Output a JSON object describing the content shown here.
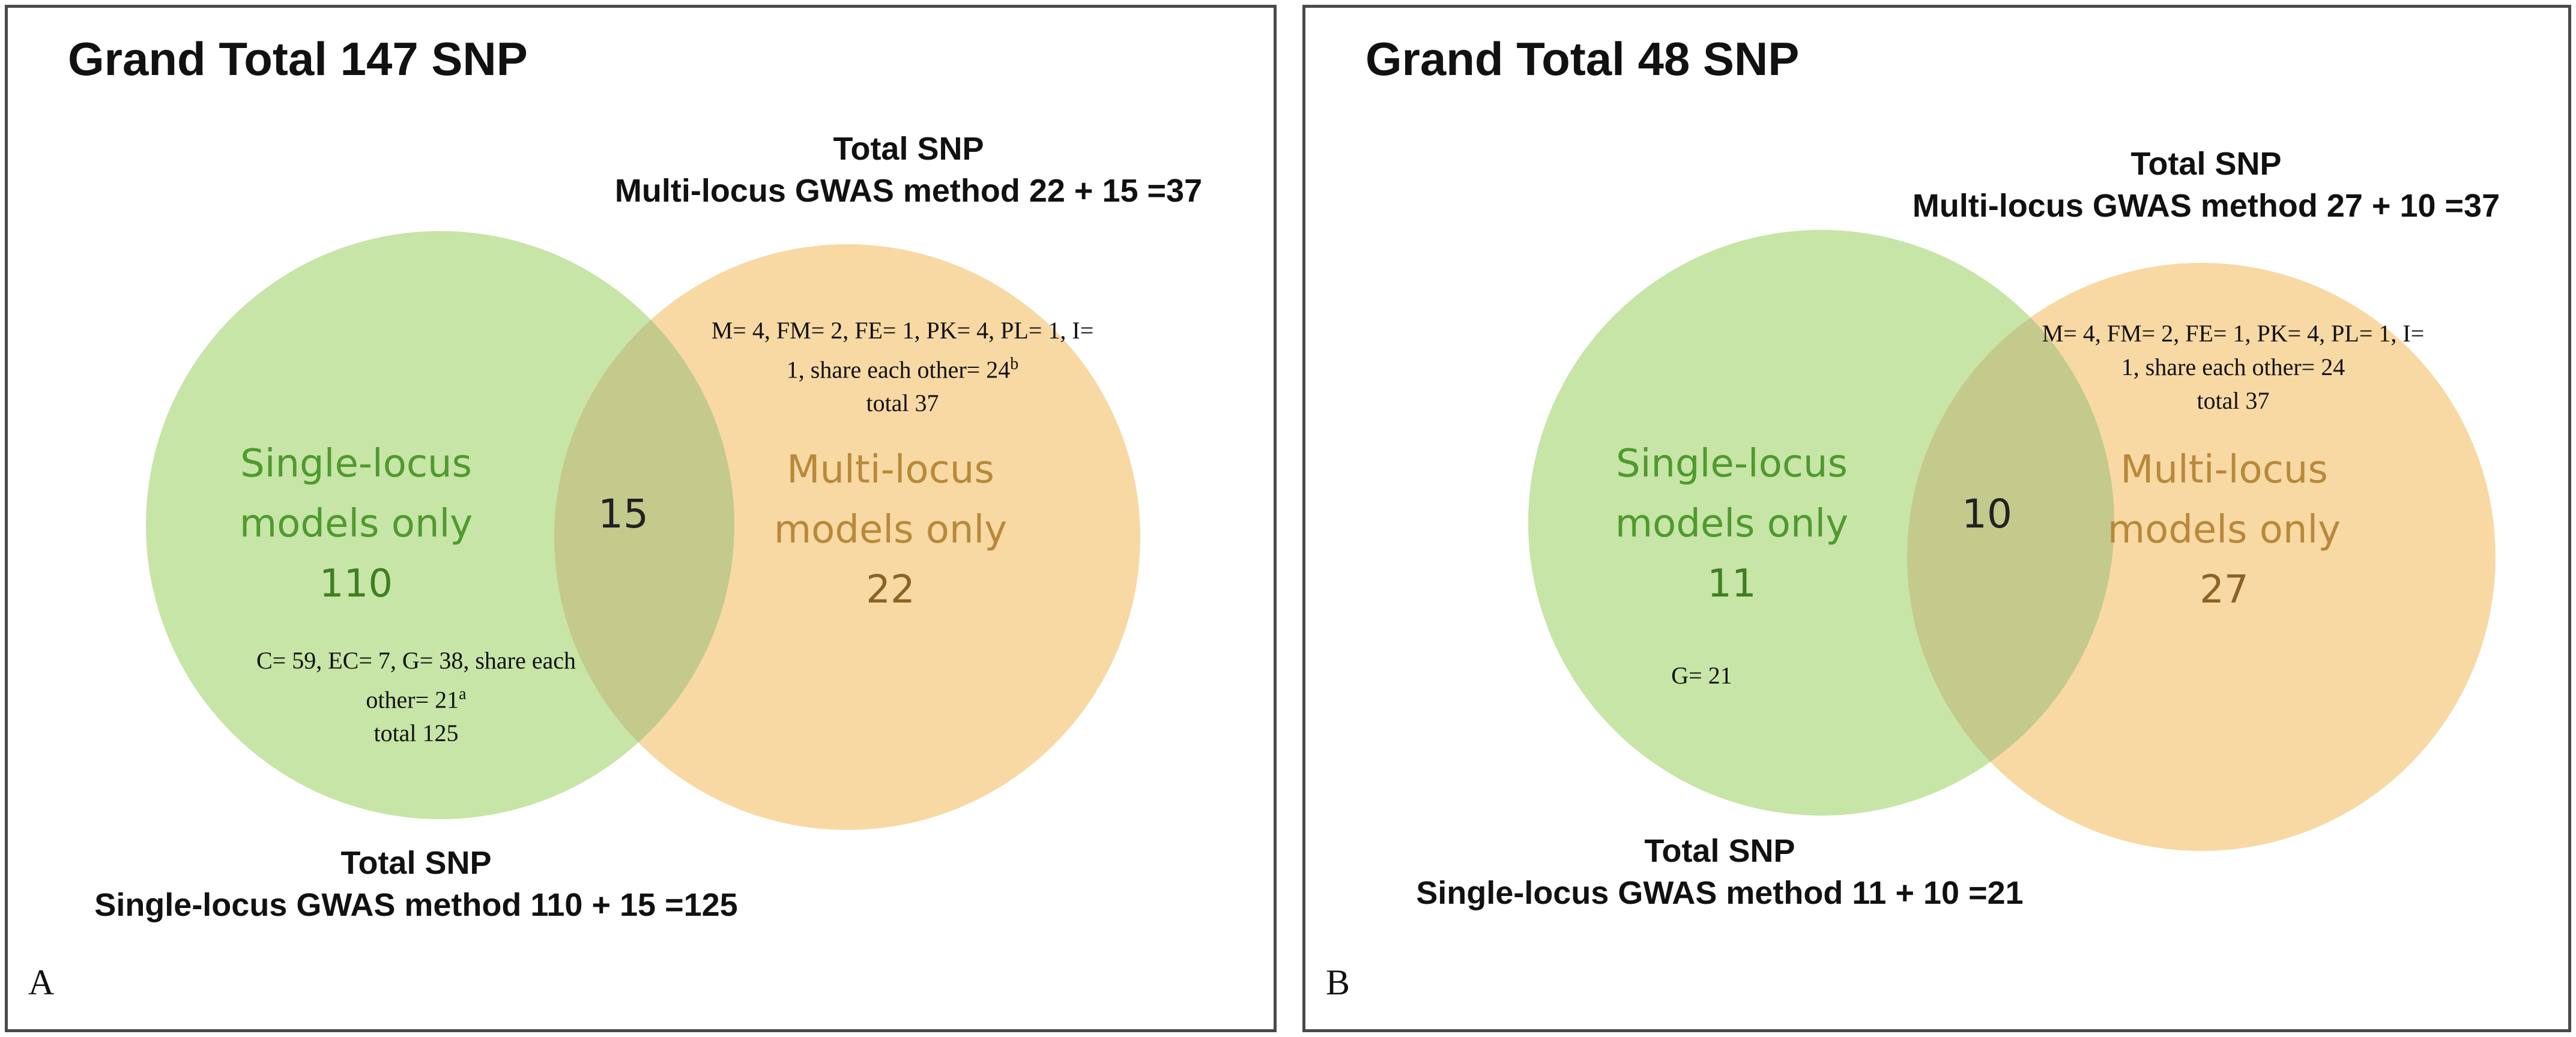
{
  "panel_a": {
    "letter": "A",
    "grand_total": "Grand Total 147 SNP",
    "multi_total": {
      "line1": "Total SNP",
      "line2": "Multi-locus GWAS method 22 + 15 =37"
    },
    "single_total": {
      "line1": "Total SNP",
      "line2": "Single-locus GWAS method 110 + 15 =125"
    },
    "single_circle": {
      "line1": "Single-locus",
      "line2": "models only",
      "count": "110"
    },
    "multi_circle": {
      "line1": "Multi-locus",
      "line2": "models only",
      "count": "22"
    },
    "overlap": "15",
    "multi_note": {
      "line1": "M= 4, FM= 2, FE= 1, PK= 4, PL= 1, I=",
      "line2": "1, share each other= 24",
      "sup": "b",
      "line3": "total 37"
    },
    "single_note": {
      "line1": "C= 59, EC= 7, G= 38, share each",
      "line2": "other= 21",
      "sup": "a",
      "line3": "total 125"
    }
  },
  "panel_b": {
    "letter": "B",
    "grand_total": "Grand Total 48 SNP",
    "multi_total": {
      "line1": "Total SNP",
      "line2": "Multi-locus GWAS method 27 + 10 =37"
    },
    "single_total": {
      "line1": "Total SNP",
      "line2": "Single-locus GWAS method 11 + 10 =21"
    },
    "single_circle": {
      "line1": "Single-locus",
      "line2": "models only",
      "count": "11"
    },
    "multi_circle": {
      "line1": "Multi-locus",
      "line2": "models only",
      "count": "27"
    },
    "overlap": "10",
    "multi_note": {
      "line1": "M= 4, FM= 2, FE= 1, PK= 4, PL= 1, I=",
      "line2": "1, share each other= 24",
      "line3": "total 37"
    },
    "single_note": {
      "line1": "G= 21"
    }
  },
  "colors": {
    "single": "#c7e5a6",
    "multi": "#f8d9a4",
    "overlap": "#c4c98c"
  }
}
